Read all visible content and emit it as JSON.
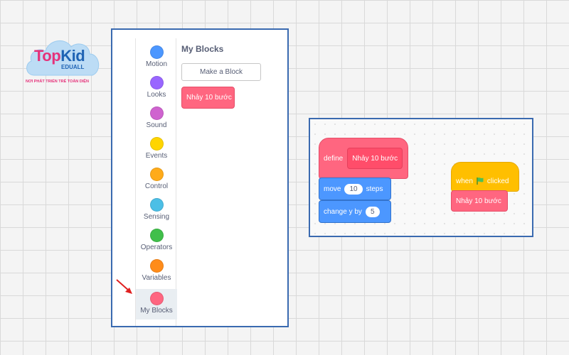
{
  "logo": {
    "brand_part1": "Top",
    "brand_part2": "Kid",
    "sub": "EDUALL",
    "tagline": "NƠI PHÁT TRIỂN TRẺ TOÀN DIỆN"
  },
  "palette": {
    "title": "My Blocks",
    "make_block_label": "Make a Block",
    "custom_block_label": "Nhảy 10 bước",
    "categories": [
      {
        "label": "Motion",
        "color": "#4c97ff"
      },
      {
        "label": "Looks",
        "color": "#9966ff"
      },
      {
        "label": "Sound",
        "color": "#cf63cf"
      },
      {
        "label": "Events",
        "color": "#ffd500"
      },
      {
        "label": "Control",
        "color": "#ffab19"
      },
      {
        "label": "Sensing",
        "color": "#4cbfe6"
      },
      {
        "label": "Operators",
        "color": "#40bf4a"
      },
      {
        "label": "Variables",
        "color": "#ff8c1a"
      },
      {
        "label": "My Blocks",
        "color": "#ff6680"
      }
    ],
    "selected_category": "My Blocks"
  },
  "code": {
    "define_label": "define",
    "define_name": "Nhảy 10 bước",
    "move_label": "move",
    "move_value": "10",
    "move_unit": "steps",
    "changey_label": "change y by",
    "changey_value": "5",
    "when_label": "when",
    "clicked_label": "clicked",
    "call_label": "Nhảy 10 bước"
  },
  "colors": {
    "panel_border": "#3a6ab0",
    "myblocks": "#ff6680",
    "motion": "#4c97ff",
    "events": "#ffbf00",
    "arrow": "#e02020"
  }
}
